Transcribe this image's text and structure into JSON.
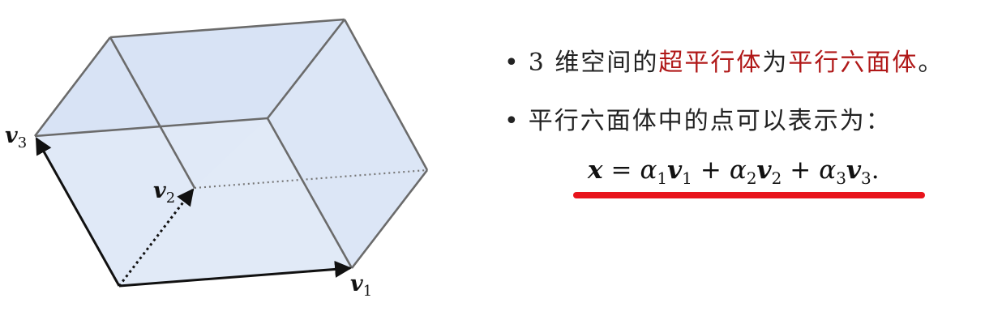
{
  "bullets": [
    {
      "marker": "•",
      "parts": [
        {
          "text": "3 维空间的",
          "highlight": false
        },
        {
          "text": "超平行体",
          "highlight": true
        },
        {
          "text": "为",
          "highlight": false
        },
        {
          "text": "平行六面体",
          "highlight": true
        },
        {
          "text": "。",
          "highlight": false
        }
      ]
    },
    {
      "marker": "•",
      "parts": [
        {
          "text": "平行六面体中的点可以表示为：",
          "highlight": false
        }
      ]
    }
  ],
  "formula": {
    "lhs": "x",
    "eq": "=",
    "terms": [
      {
        "coef": "α",
        "sub": "1",
        "vec": "v",
        "vsub": "1"
      },
      {
        "coef": "α",
        "sub": "2",
        "vec": "v",
        "vsub": "2"
      },
      {
        "coef": "α",
        "sub": "3",
        "vec": "v",
        "vsub": "3"
      }
    ],
    "plus": "+",
    "end": "."
  },
  "vectors": {
    "v1": {
      "base": "v",
      "sub": "1"
    },
    "v2": {
      "base": "v",
      "sub": "2"
    },
    "v3": {
      "base": "v",
      "sub": "3"
    }
  },
  "colors": {
    "highlight": "#b01818",
    "underline": "#e8141c",
    "face_fill": "#dbe6f6",
    "edge": "#6b6b6b",
    "arrow": "#111111"
  }
}
